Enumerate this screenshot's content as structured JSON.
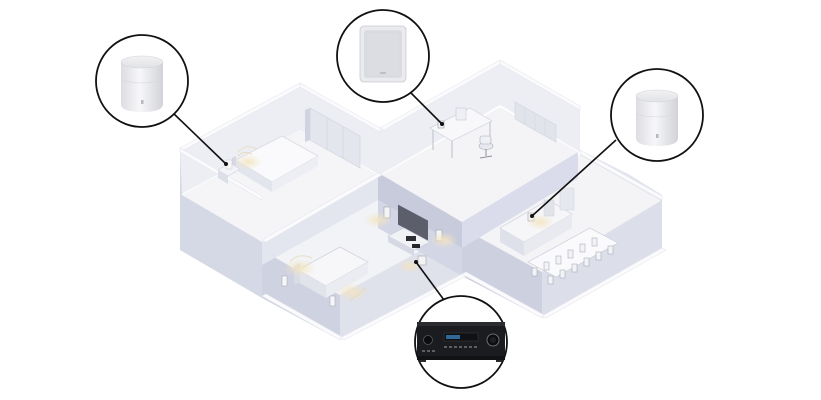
{
  "scene": {
    "rooms": [
      "bedroom",
      "office",
      "living-room",
      "dining-room"
    ],
    "callouts": [
      {
        "id": "bedroom",
        "device": "speaker"
      },
      {
        "id": "office",
        "device": "wall-speaker"
      },
      {
        "id": "dining",
        "device": "speaker"
      },
      {
        "id": "living",
        "device": "av-receiver"
      }
    ],
    "colors": {
      "wall_face": "#d8dae6",
      "wall_side": "#eceef4",
      "wall_shadow": "#c9ccdb",
      "floor": "#f5f5f8",
      "wall_top": "#fbfbfd",
      "outline": "#111111",
      "receiver": "#1b1c1f",
      "speaker": "#e9e9ec"
    }
  }
}
